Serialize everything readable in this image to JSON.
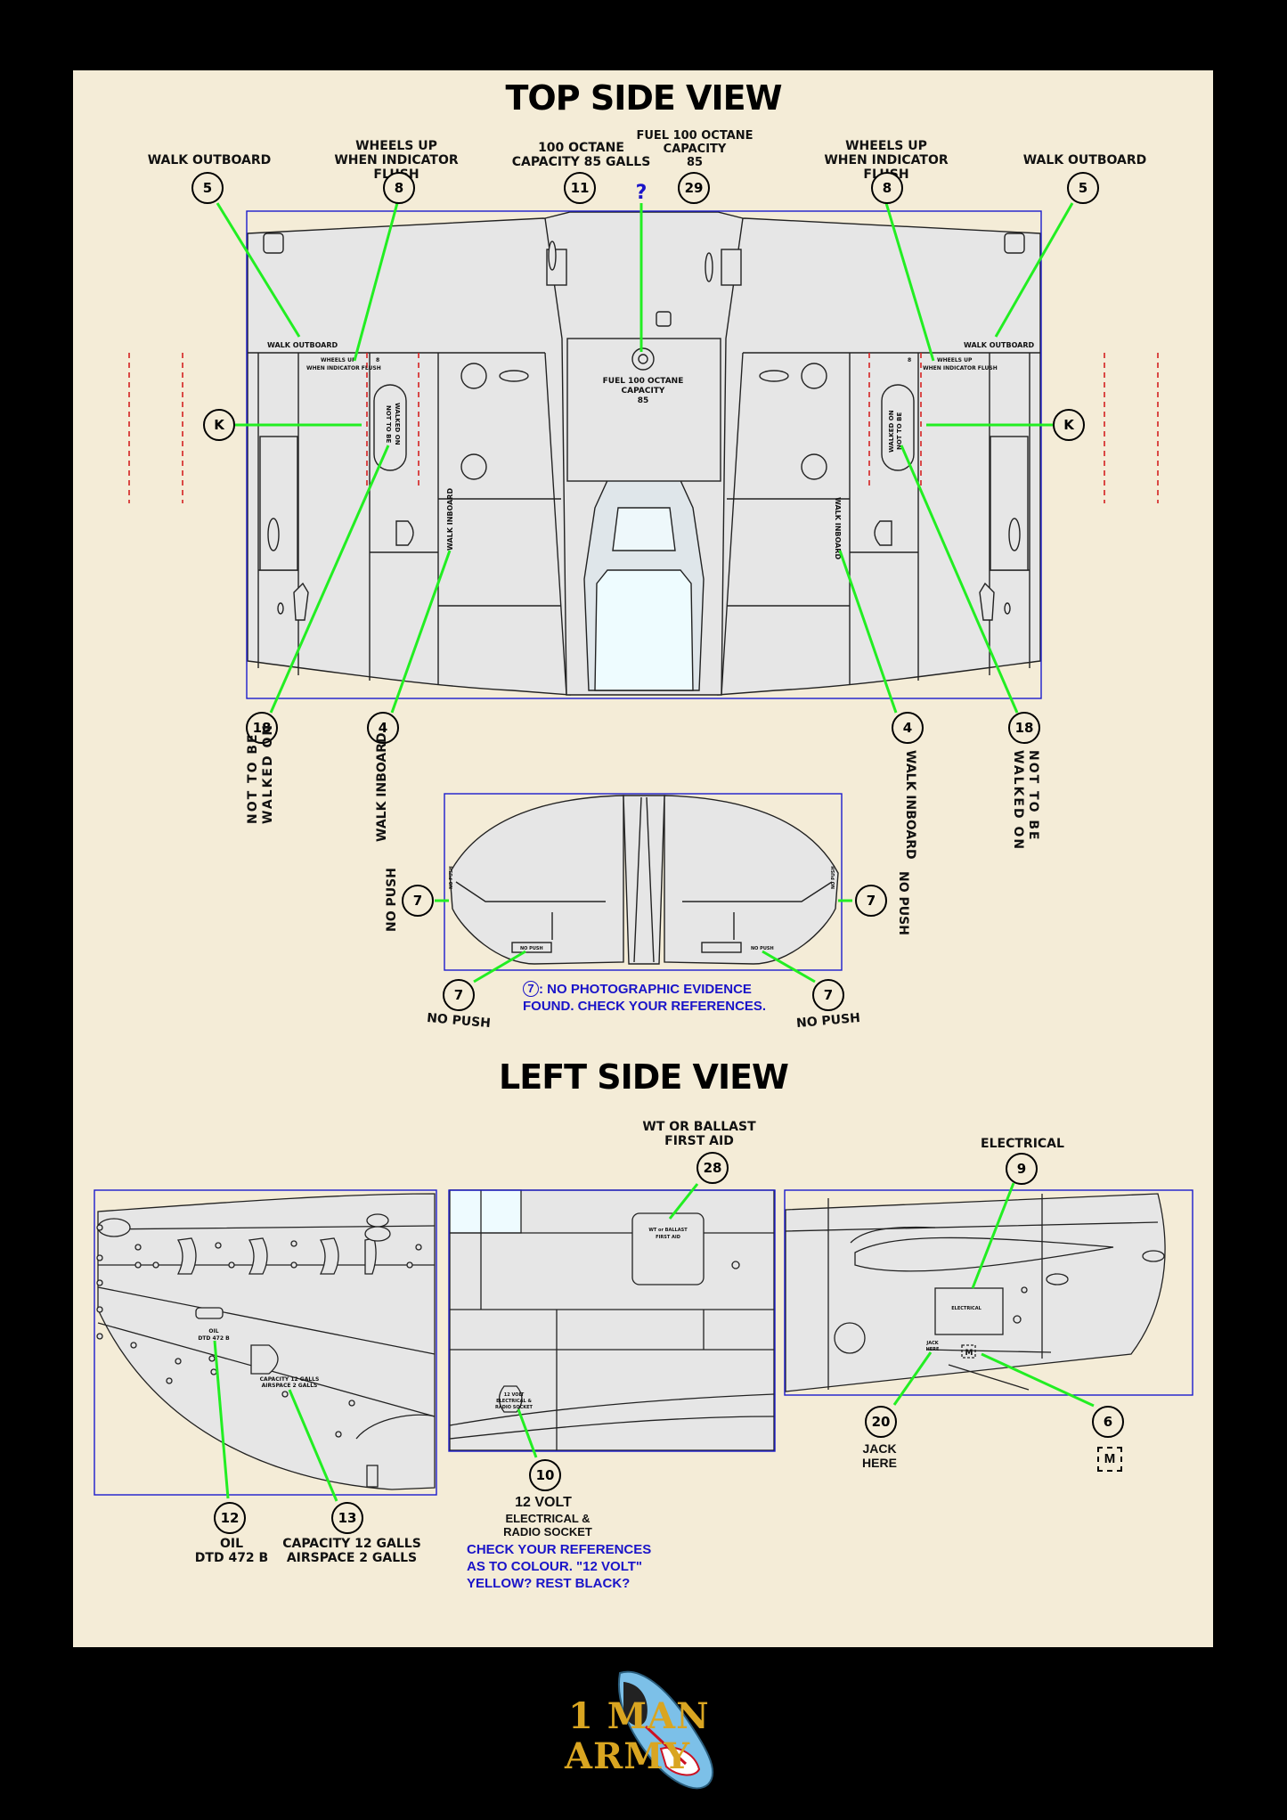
{
  "titles": {
    "top": "TOP SIDE VIEW",
    "left": "LEFT SIDE VIEW"
  },
  "top_view": {
    "labels": {
      "walk_outboard": "WALK OUTBOARD",
      "wheels_up": "WHEELS UP\nWHEN INDICATOR FLUSH",
      "octane_100": "100 OCTANE\nCAPACITY 85 GALLS",
      "fuel_100": "FUEL 100 OCTANE\nCAPACITY\n85",
      "not_walked": "NOT TO BE\nWALKED ON",
      "walk_inboard": "WALK INBOARD",
      "no_push": "NO PUSH"
    },
    "callouts": {
      "c5": "5",
      "c8": "8",
      "c11": "11",
      "c29": "29",
      "ck": "K",
      "c18": "18",
      "c4": "4",
      "c7": "7"
    },
    "question_mark": "?",
    "note_num": "7",
    "note": ": NO PHOTOGRAPHIC EVIDENCE\nFOUND. CHECK YOUR REFERENCES.",
    "stencils": {
      "walk_outboard": "WALK OUTBOARD",
      "wheels_up": "WHEELS UP",
      "wheels_up_2": "WHEN INDICATOR FLUSH",
      "fuel": "FUEL 100 OCTANE",
      "fuel_2": "CAPACITY",
      "fuel_3": "85",
      "not_walked": "NOT TO BE",
      "not_walked_2": "WALKED ON",
      "walk_inboard": "WALK INBOARD",
      "no_push": "NO PUSH",
      "b": "8"
    }
  },
  "left_view": {
    "labels": {
      "wt_ballast": "WT OR BALLAST\nFIRST AID",
      "electrical": "ELECTRICAL",
      "oil": "OIL\nDTD 472 B",
      "capacity": "CAPACITY 12 GALLS\nAIRSPACE 2 GALLS",
      "volt_title": "12 VOLT",
      "volt_sub": "ELECTRICAL &\nRADIO SOCKET",
      "jack": "JACK\nHERE",
      "m_box": "M"
    },
    "callouts": {
      "c28": "28",
      "c9": "9",
      "c12": "12",
      "c13": "13",
      "c10": "10",
      "c20": "20",
      "c6": "6"
    },
    "note": "CHECK YOUR REFERENCES\nAS TO COLOUR. \"12 VOLT\"\nYELLOW?   REST BLACK?",
    "stencils": {
      "oil": "OIL",
      "oil_2": "DTD 472 B",
      "capacity": "CAPACITY 12 GALLS",
      "capacity_2": "AIRSPACE 2 GALLS",
      "wt": "WT or BALLAST",
      "wt_2": "FIRST AID",
      "volt": "12 VOLT",
      "volt_2": "ELECTRICAL &",
      "volt_3": "RADIO SOCKET",
      "electrical": "ELECTRICAL",
      "jack": "JACK",
      "jack_2": "HERE",
      "m": "M"
    }
  },
  "logo": {
    "line1": "1 MAN",
    "line2": "ARMY"
  },
  "colors": {
    "background": "#000000",
    "sheet": "#f4ecd7",
    "panel_fill": "#e6e6e6",
    "frame": "#1c1ccc",
    "leader": "#22ee22",
    "note": "#1a14c8",
    "dashed": "#d42020",
    "logo_gold": "#d9a521",
    "logo_blue": "#7cc0e8"
  }
}
